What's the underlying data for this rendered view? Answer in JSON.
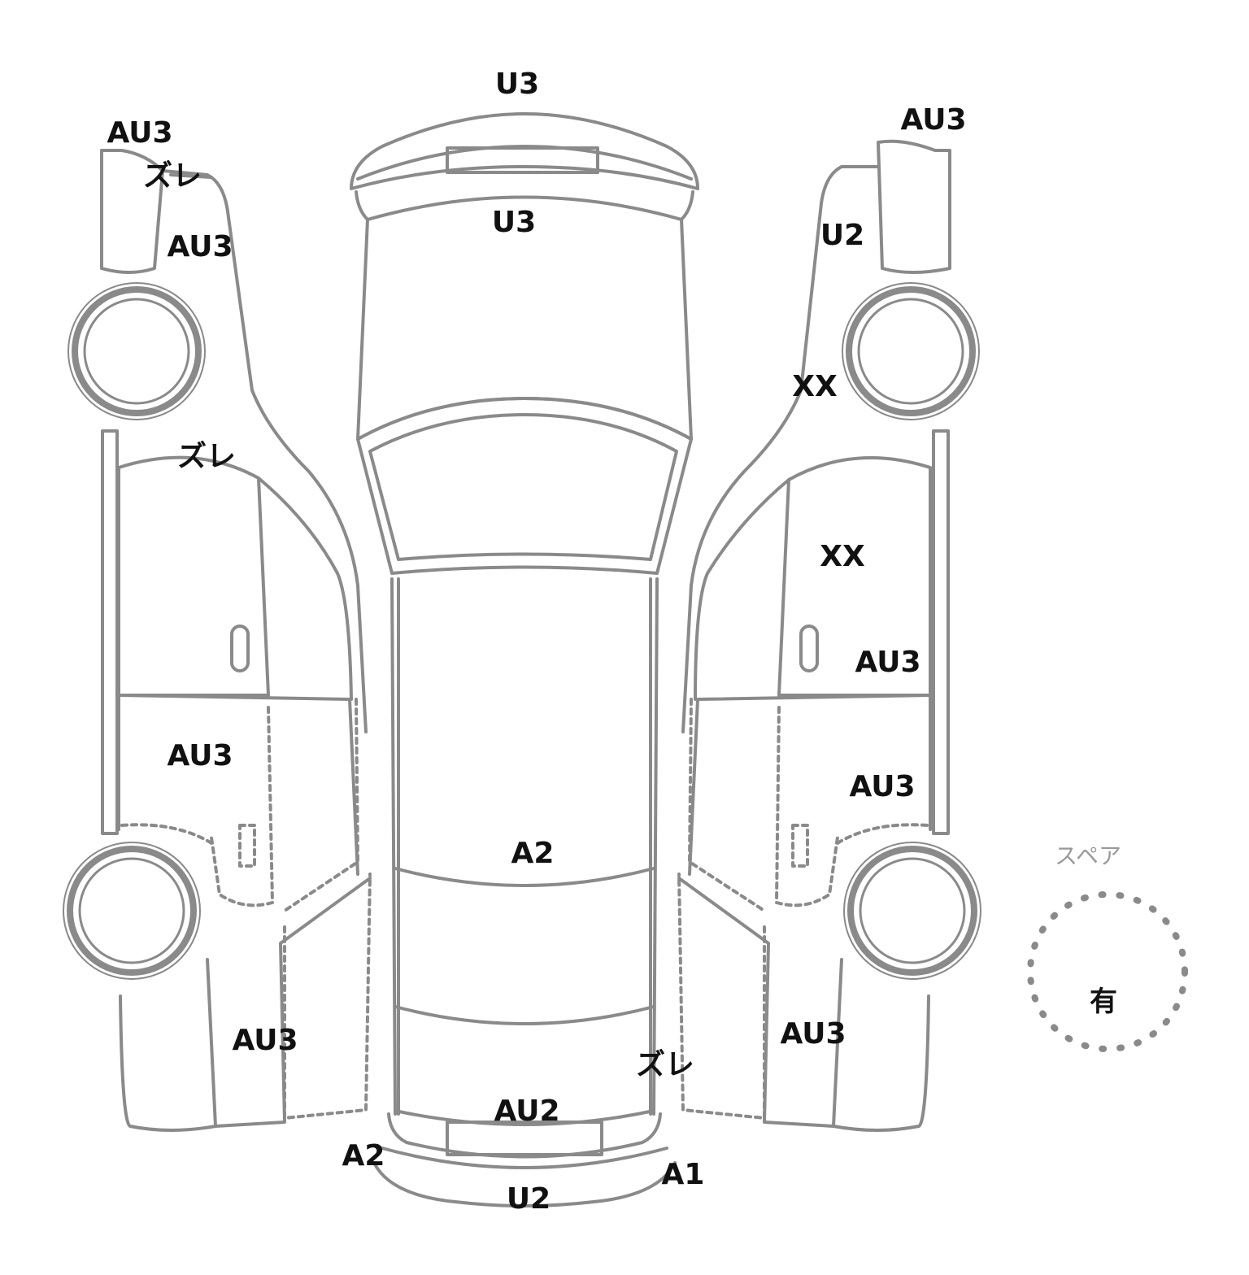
{
  "colors": {
    "outline": "#8a8a8a",
    "tire": "#8a8a8a",
    "text": "#111111",
    "spare_text": "#9a9a9a"
  },
  "marks": {
    "rear_bumper": "U3",
    "rear_door": "U3",
    "left_rear_corner": "AU3",
    "left_rear_corner_gap": "ズレ",
    "left_rear_fender": "AU3",
    "left_rear_door_gap": "ズレ",
    "left_front_door": "AU3",
    "left_front_fender": "AU3",
    "right_rear_corner": "AU3",
    "right_rear_fender": "U2",
    "right_quarter": "XX",
    "right_rear_door": "XX",
    "right_rear_door_lower": "AU3",
    "right_front_door": "AU3",
    "right_front_fender": "AU3",
    "right_front_gap": "ズレ",
    "roof": "A2",
    "hood": "AU2",
    "front_left_corner": "A2",
    "front_right_corner": "A1",
    "front_bumper": "U2"
  },
  "spare": {
    "label": "スペア",
    "value": "有"
  }
}
